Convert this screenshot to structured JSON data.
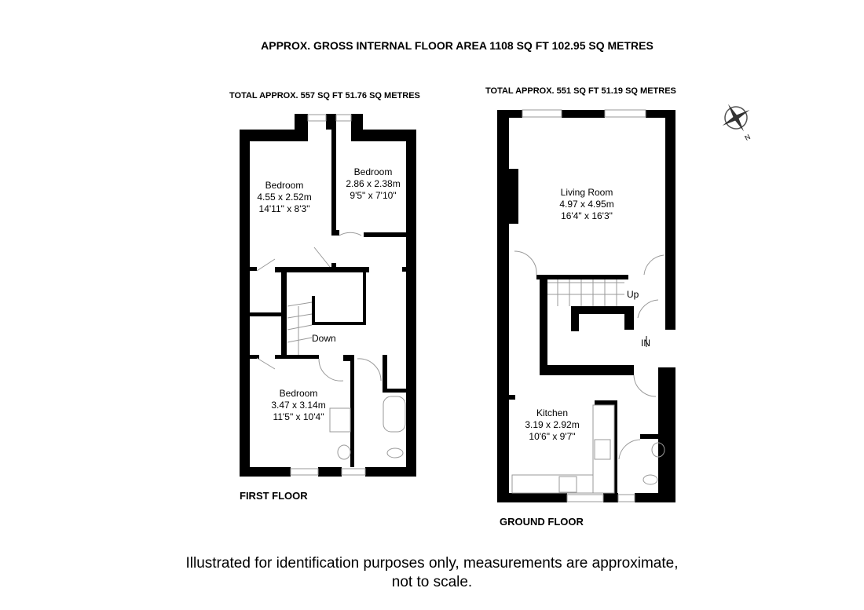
{
  "header": {
    "title": "APPROX. GROSS INTERNAL FLOOR AREA 1108 SQ FT 102.95 SQ METRES"
  },
  "first_floor": {
    "total": "TOTAL APPROX.  557 SQ FT  51.76 SQ METRES",
    "label": "FIRST FLOOR",
    "rooms": [
      {
        "name": "Bedroom",
        "metric": "4.55 x 2.52m",
        "imperial": "14'11\" x 8'3\""
      },
      {
        "name": "Bedroom",
        "metric": "2.86 x 2.38m",
        "imperial": "9'5\" x 7'10\""
      },
      {
        "name": "Bedroom",
        "metric": "3.47 x 3.14m",
        "imperial": "11'5\" x 10'4\""
      }
    ],
    "stairs_label": "Down"
  },
  "ground_floor": {
    "total": "TOTAL APPROX.  551 SQ FT  51.19 SQ METRES",
    "label": "GROUND FLOOR",
    "rooms": [
      {
        "name": "Living Room",
        "metric": "4.97 x 4.95m",
        "imperial": "16'4\" x 16'3\""
      },
      {
        "name": "Kitchen",
        "metric": "3.19 x 2.92m",
        "imperial": "10'6\" x 9'7\""
      }
    ],
    "stairs_label": "Up",
    "entrance_label": "IN"
  },
  "compass": {
    "label": "N"
  },
  "footer": {
    "line1": "Illustrated for identification purposes only, measurements are approximate,",
    "line2": "not to scale."
  }
}
